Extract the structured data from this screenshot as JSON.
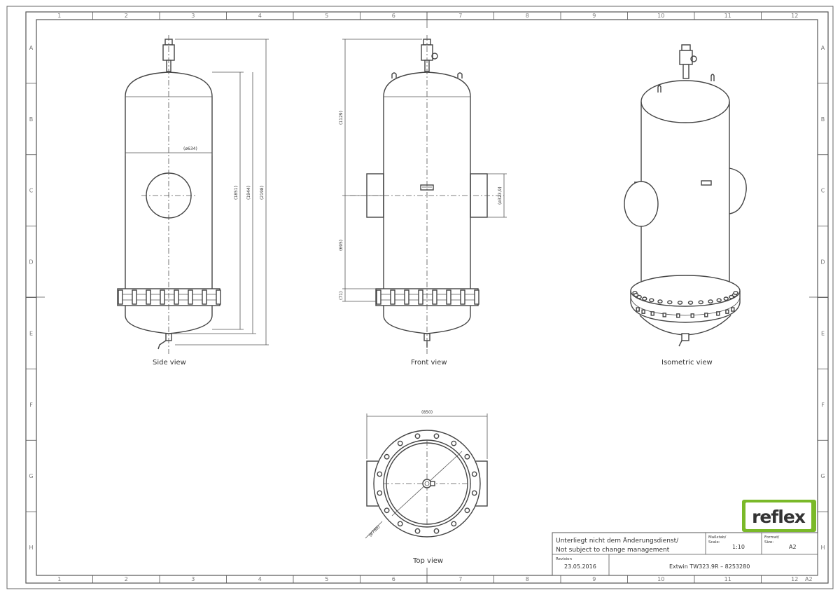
{
  "drawing": {
    "grid_columns": [
      "1",
      "2",
      "3",
      "4",
      "5",
      "6",
      "7",
      "8",
      "9",
      "10",
      "11",
      "12"
    ],
    "grid_rows": [
      "A",
      "B",
      "C",
      "D",
      "E",
      "F",
      "G",
      "H"
    ],
    "views": {
      "side": "Side view",
      "front": "Front view",
      "isometric": "Isometric view",
      "top": "Top view"
    },
    "dimensions": {
      "side_diameter": "(ø634)",
      "side_h1": "(1851)",
      "side_h2": "(1944)",
      "side_h3": "(2198)",
      "front_top": "(1129)",
      "front_mid": "(695)",
      "front_flange": "(71)",
      "front_nozzle": "(ø323,9)",
      "top_width": "(850)",
      "top_diameter": "(ø780)"
    }
  },
  "title_block": {
    "note_de": "Unterliegt nicht dem Änderungsdienst/",
    "note_en": "Not subject to change management",
    "scale_label_de": "Maßstab/",
    "scale_label_en": "Scale:",
    "scale_value": "1:10",
    "format_label_de": "Format/",
    "format_label_en": "Size:",
    "format_value": "A2",
    "revision_label": "Revision",
    "revision_date": "23.05.2016",
    "drawing_title": "Extwin TW323.9R  –  8253280",
    "corner_size": "A2"
  },
  "logo": {
    "text": "reflex",
    "color": "#7ab929"
  }
}
